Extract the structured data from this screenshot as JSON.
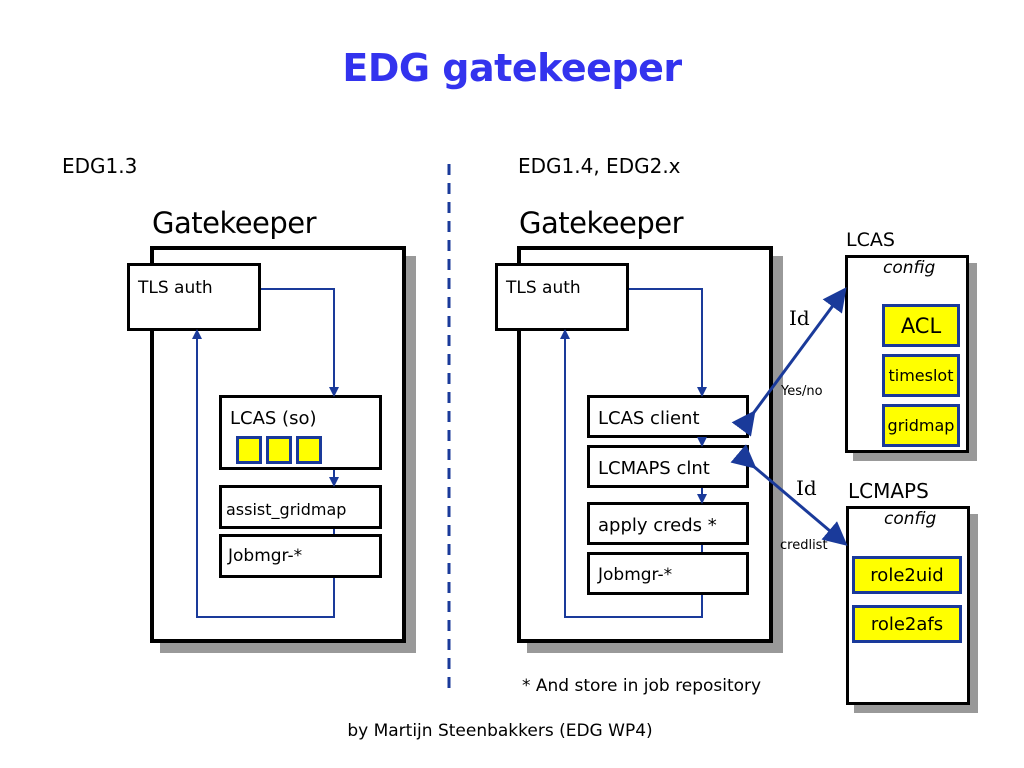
{
  "title": "EDG gatekeeper",
  "left": {
    "version": "EDG1.3",
    "gatekeeper_label": "Gatekeeper",
    "tls_auth": "TLS auth",
    "lcas": "LCAS (so)",
    "assist_gridmap": "assist_gridmap",
    "jobmgr": "Jobmgr-*"
  },
  "right": {
    "version": "EDG1.4, EDG2.x",
    "gatekeeper_label": "Gatekeeper",
    "tls_auth": "TLS auth",
    "lcas_client": "LCAS client",
    "lcmaps_clnt": "LCMAPS clnt",
    "apply_creds": "apply creds *",
    "jobmgr": "Jobmgr-*"
  },
  "lcas_panel": {
    "label": "LCAS",
    "config": "config",
    "modules": [
      "ACL",
      "timeslot",
      "gridmap"
    ]
  },
  "lcmaps_panel": {
    "label": "LCMAPS",
    "config": "config",
    "modules": [
      "role2uid",
      "role2afs"
    ]
  },
  "arrows": {
    "lcas_request": "Id",
    "lcas_response": "Yes/no",
    "lcmaps_request": "Id",
    "lcmaps_response": "credlist"
  },
  "footnote": "* And store in job repository",
  "credit": "by Martijn Steenbakkers (EDG WP4)",
  "colors": {
    "title": "#3333ee",
    "connector": "#1a3a9a",
    "module_fill": "#ffff00"
  }
}
